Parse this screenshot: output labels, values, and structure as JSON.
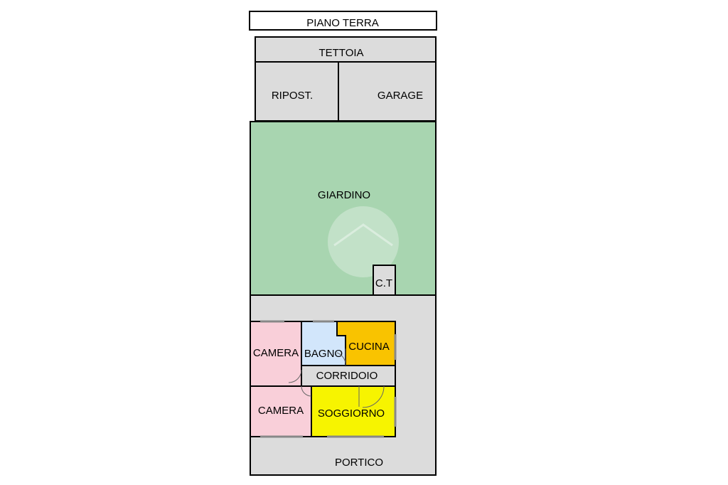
{
  "title": "PIANO TERRA",
  "rooms": {
    "tettoia": "TETTOIA",
    "ripostiglio": "RIPOST.",
    "garage": "GARAGE",
    "giardino": "GIARDINO",
    "centrale_termica": "C.T",
    "camera_1": "CAMERA",
    "bagno": "BAGNO",
    "cucina": "CUCINA",
    "corridoio": "CORRIDOIO",
    "camera_2": "CAMERA",
    "soggiorno": "SOGGIORNO",
    "portico": "PORTICO"
  },
  "colors": {
    "grey": "#dcdcdc",
    "garden": "#a8d5b0",
    "bedroom": "#f9cfd9",
    "bathroom": "#d2e6fb",
    "kitchen": "#f9c300",
    "living": "#f7f400",
    "wall": "#000000"
  }
}
